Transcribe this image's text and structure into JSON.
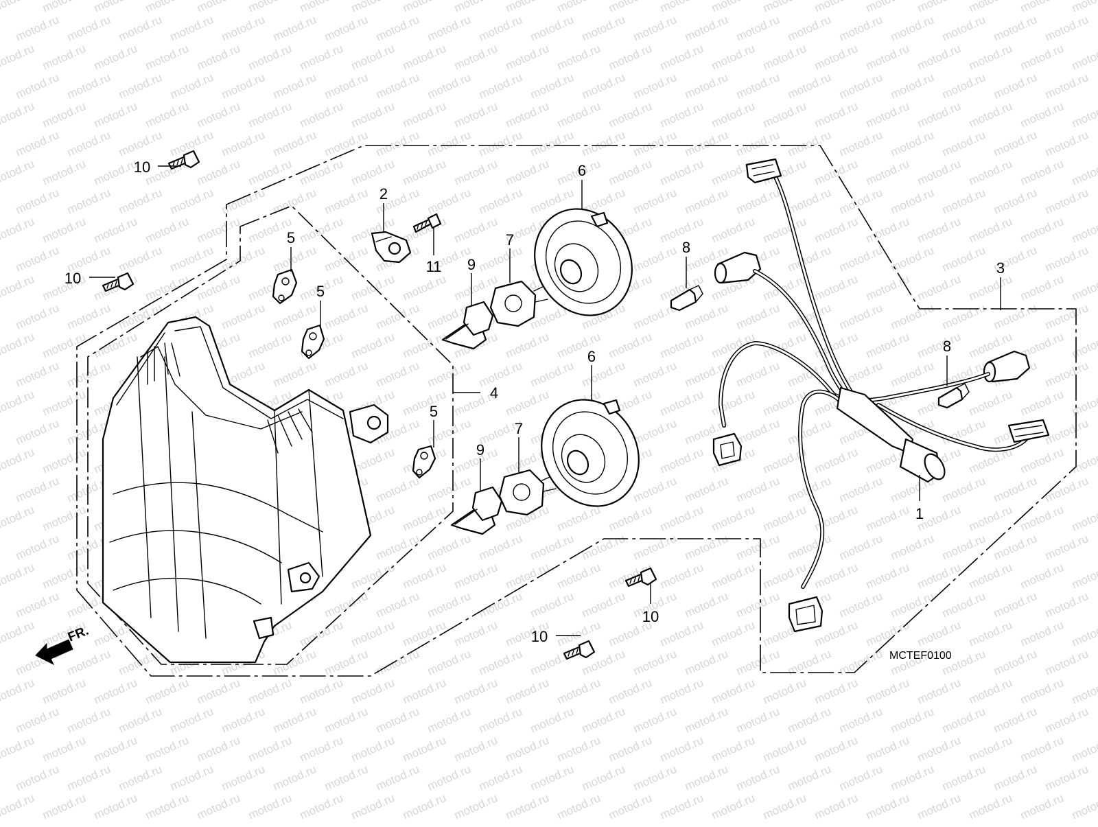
{
  "watermark": "motod.ru",
  "diagram_code": "MCTEF0100",
  "direction_label": "FR.",
  "callouts": [
    {
      "id": "label-10-top",
      "text": "10"
    },
    {
      "id": "label-10-mid",
      "text": "10"
    },
    {
      "id": "label-2",
      "text": "2"
    },
    {
      "id": "label-11",
      "text": "11"
    },
    {
      "id": "label-5-a",
      "text": "5"
    },
    {
      "id": "label-5-b",
      "text": "5"
    },
    {
      "id": "label-5-c",
      "text": "5"
    },
    {
      "id": "label-9-a",
      "text": "9"
    },
    {
      "id": "label-9-b",
      "text": "9"
    },
    {
      "id": "label-7-a",
      "text": "7"
    },
    {
      "id": "label-7-b",
      "text": "7"
    },
    {
      "id": "label-6-a",
      "text": "6"
    },
    {
      "id": "label-6-b",
      "text": "6"
    },
    {
      "id": "label-8-a",
      "text": "8"
    },
    {
      "id": "label-8-b",
      "text": "8"
    },
    {
      "id": "label-3",
      "text": "3"
    },
    {
      "id": "label-4",
      "text": "4"
    },
    {
      "id": "label-1",
      "text": "1"
    },
    {
      "id": "label-10-lower-right",
      "text": "10"
    },
    {
      "id": "label-10-bottom",
      "text": "10"
    }
  ]
}
